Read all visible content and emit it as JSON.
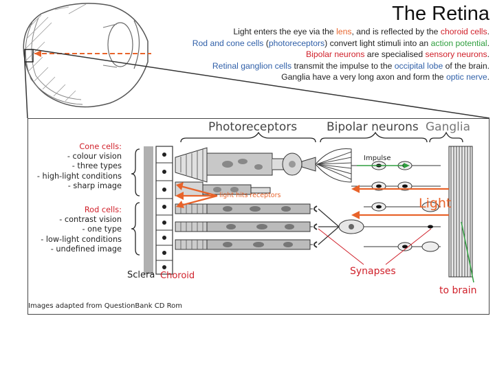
{
  "title": "The Retina",
  "intro": {
    "line1": [
      "Light enters the eye via the ",
      "lens",
      ", and is reflected by the ",
      "choroid cells",
      "."
    ],
    "line2": [
      "Rod and cone cells",
      " (",
      "photoreceptors",
      ") convert light stimuli into an ",
      "action potential",
      "."
    ],
    "line3": [
      "Bipolar neurons",
      " are specialised ",
      "sensory neurons",
      "."
    ],
    "line4": [
      "Retinal ganglion cells",
      " transmit the impulse to the ",
      "occipital lobe",
      " of the brain."
    ],
    "line5": [
      "Ganglia have a very long axon and form the ",
      "optic nerve",
      "."
    ]
  },
  "diagram": {
    "photoreceptors_label": "Photoreceptors",
    "bipolar_label": "Bipolar neurons",
    "ganglia_label": "Ganglia",
    "impulse_label": "Impulse",
    "light_hits_label": "light hits receptors",
    "light_label": "Light",
    "synapses_label": "Synapses",
    "to_brain_label": "to brain",
    "sclera_label": "Sclera",
    "choroid_label": "Choroid",
    "credit": "Images adapted from QuestionBank CD Rom",
    "cone_cells": {
      "heading": "Cone cells:",
      "items": [
        "- colour vision",
        "- three types",
        "- high-light conditions",
        "- sharp image"
      ]
    },
    "rod_cells": {
      "heading": "Rod cells:",
      "items": [
        "- contrast vision",
        "- one type",
        "- low-light conditions",
        "- undefined image"
      ]
    }
  },
  "colors": {
    "red_label": "#d0202a",
    "orange_arrow": "#e8632a",
    "green_line": "#2e9e3e",
    "blue_text": "#2f5fa8",
    "impulse_arrow": "#2e9e3e"
  }
}
